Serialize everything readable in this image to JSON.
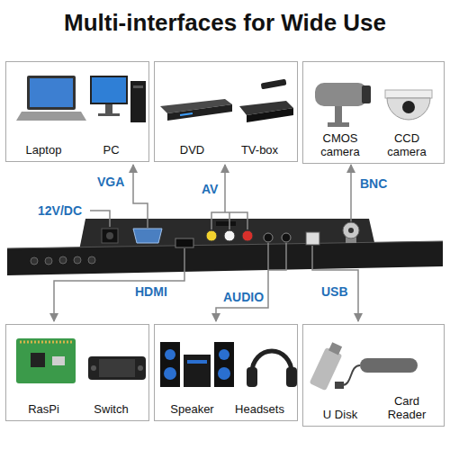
{
  "diagram": {
    "title": "Multi-interfaces for Wide Use",
    "nodes": [
      {
        "text": [
          "Laptop",
          "PC"
        ]
      },
      {
        "text": [
          "DVD",
          "TV-box"
        ]
      },
      {
        "text": [
          "CMOS camera",
          "CCD camera"
        ]
      },
      {
        "text": [
          "RasPi",
          "Switch"
        ]
      },
      {
        "text": [
          "Speaker",
          "Headsets"
        ]
      },
      {
        "text": [
          "U Disk",
          "Card Reader"
        ]
      }
    ],
    "labels": [
      "12V/DC",
      "VGA",
      "AV",
      "BNC",
      "HDMI",
      "AUDIO",
      "USB"
    ]
  }
}
